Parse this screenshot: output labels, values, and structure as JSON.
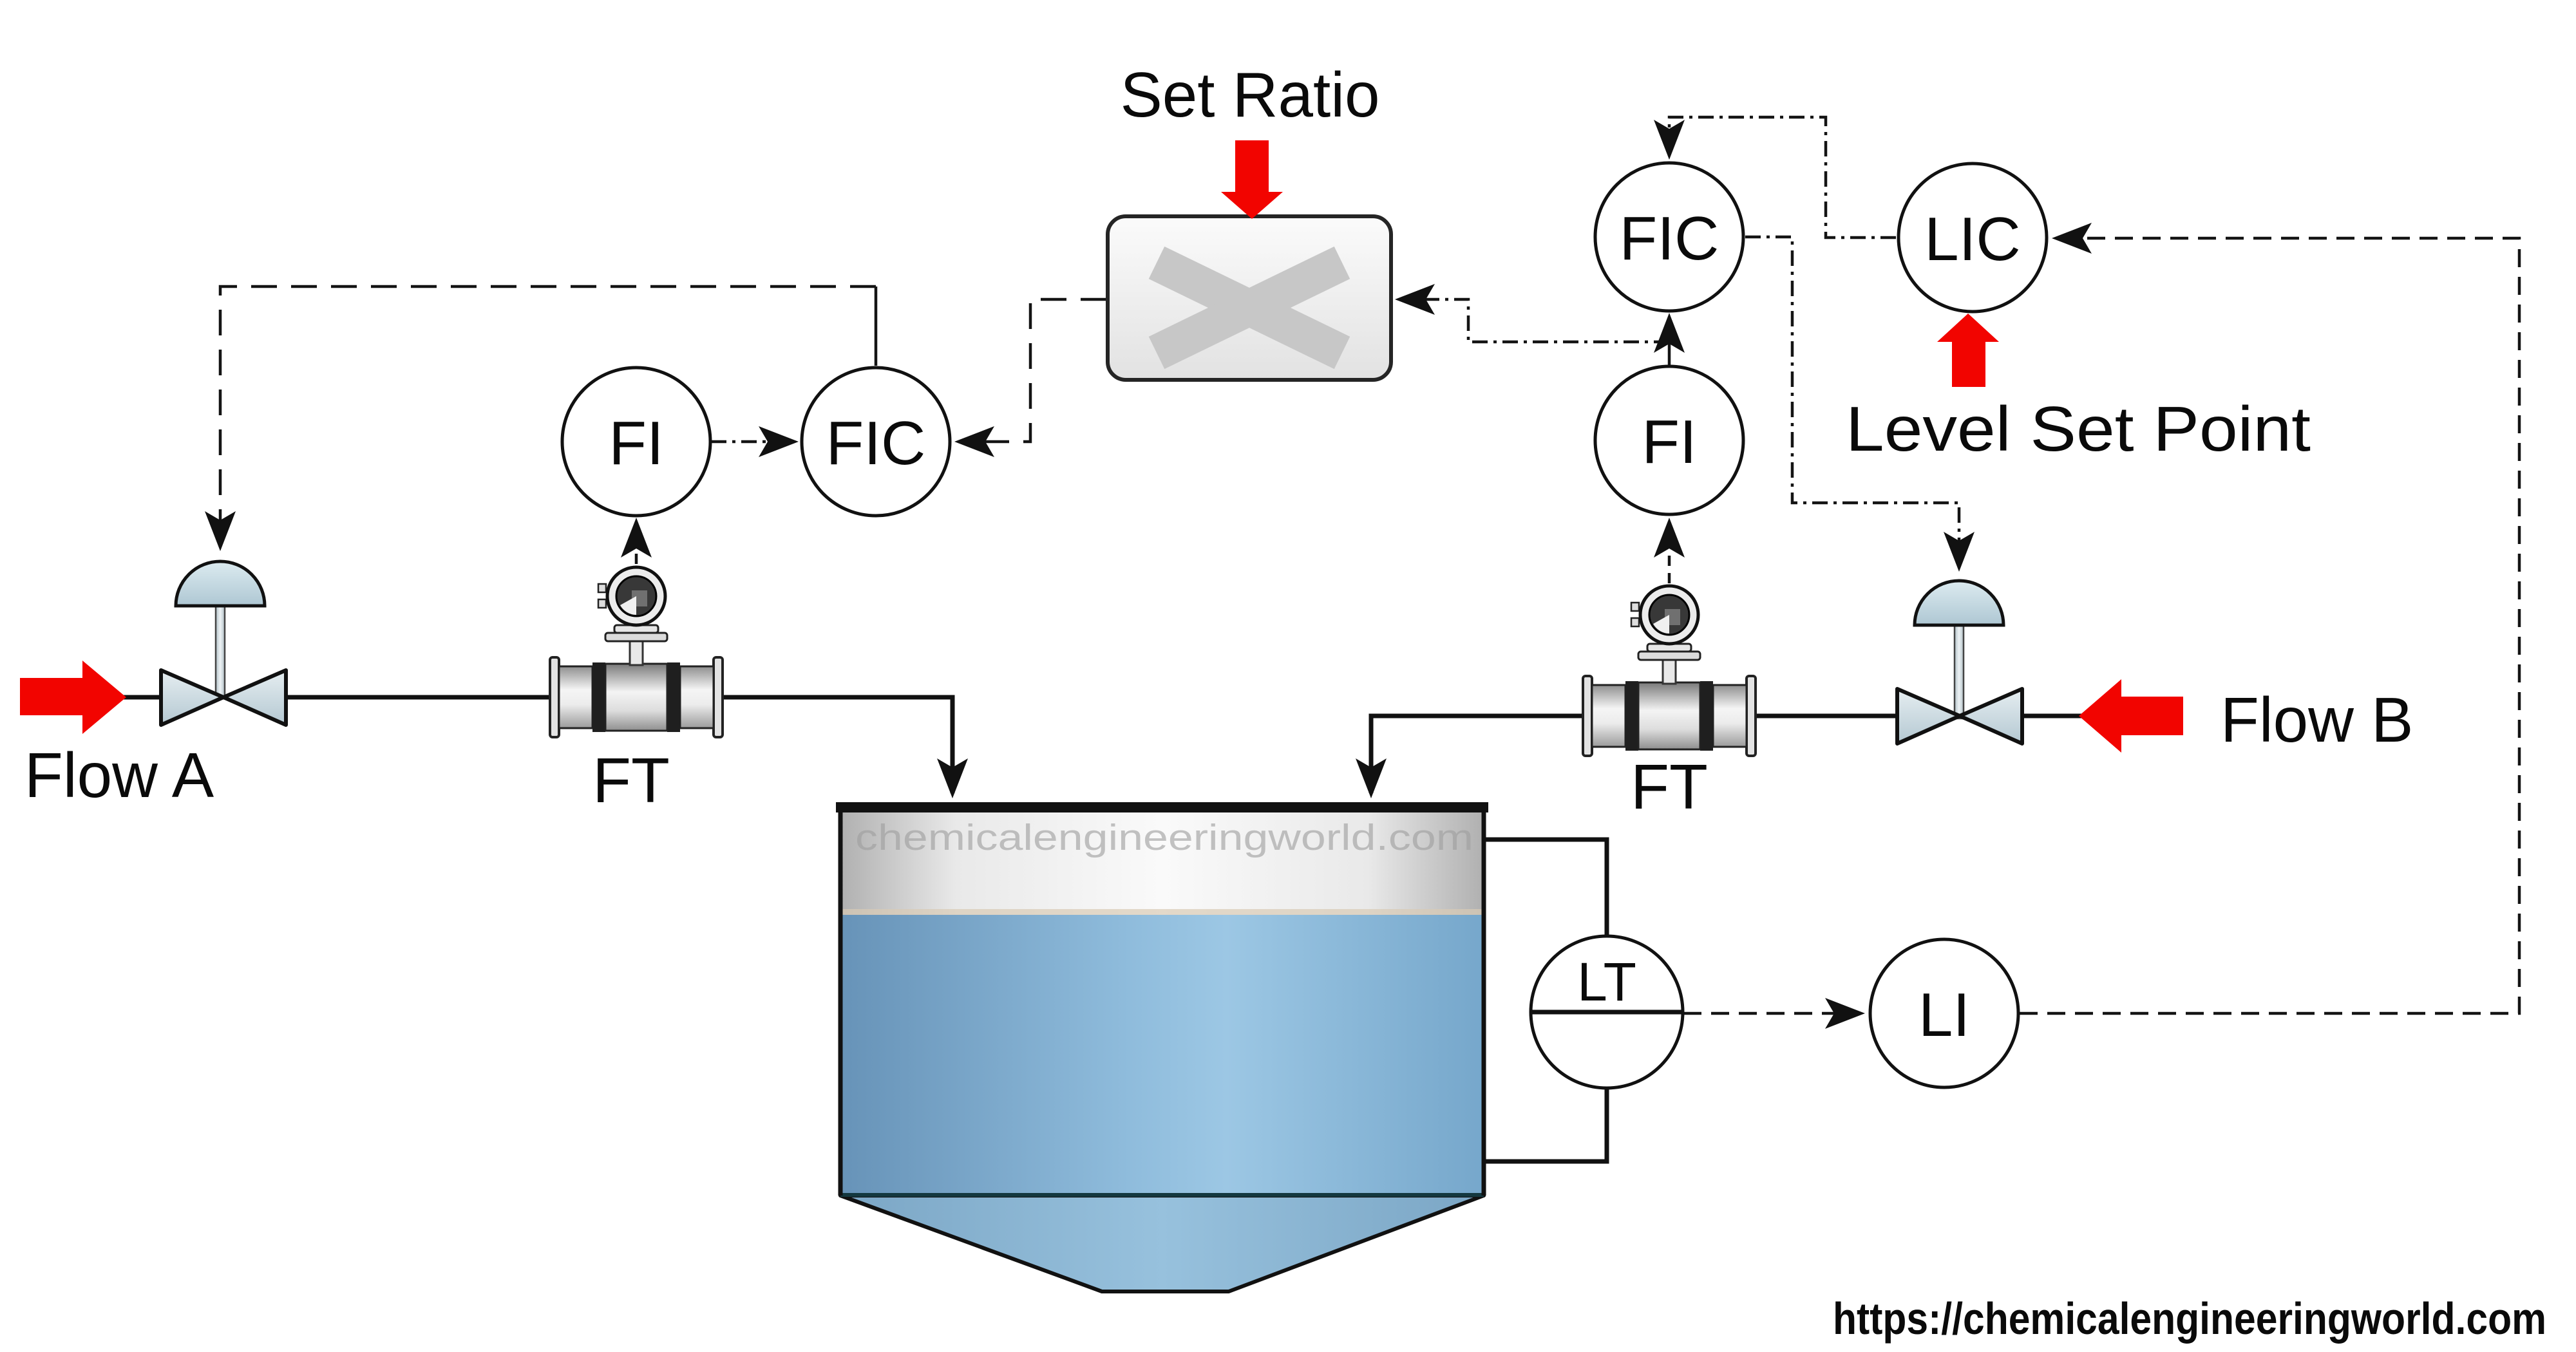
{
  "labels": {
    "set_ratio": "Set Ratio",
    "level_set_point": "Level Set Point",
    "flow_a": "Flow A",
    "flow_b": "Flow B",
    "ft_a": "FT",
    "ft_b": "FT"
  },
  "instruments": {
    "fi_a": "FI",
    "fic_a": "FIC",
    "fi_b": "FI",
    "fic_b": "FIC",
    "lic": "LIC",
    "lt": "LT",
    "li": "LI"
  },
  "watermark": "chemicalengineeringworld.com",
  "source_url": "https://chemicalengineeringworld.com",
  "colors": {
    "signal_red": "#f20400",
    "line_black": "#111111",
    "liquid_blue": "#8fbcdc",
    "equipment_blue_gray": "#c3d6de",
    "watermark_gray": "#9f9f9f"
  }
}
